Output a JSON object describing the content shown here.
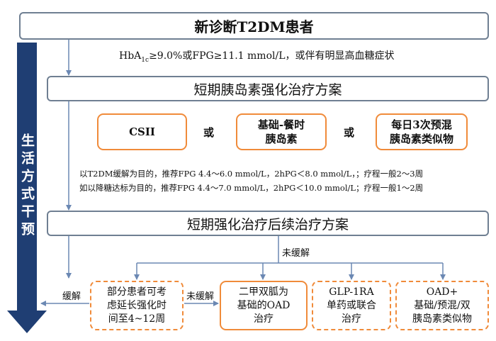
{
  "top_title": "新诊断T2DM患者",
  "criteria_prefix": "HbA",
  "criteria_sub": "1c",
  "criteria_rest": "≥9.0%或FPG≥11.1 mmol/L，或伴有明显高血糖症状",
  "short_term_title": "短期胰岛素强化治疗方案",
  "options": [
    "CSII",
    "基础-餐时\n胰岛素",
    "每日3次预混\n胰岛素类似物"
  ],
  "or_label": "或",
  "note_line1": "以T2DM缓解为目的，推荐FPG 4.4～6.0 mmol/L，2hPG＜8.0 mmol/L，；疗程一般2～3周",
  "note_line2": "如以降糖达标为目的，推荐FPG 4.4～7.0 mmol/L，2hPG＜10.0 mmol/L；疗程一般1～2周",
  "followup_title": "短期强化治疗后续治疗方案",
  "not_remitted": "未缓解",
  "remitted": "缓解",
  "lifestyle": "生活方式干预",
  "extend_box": "部分患者可考\n虑延长强化时\n间至4~12周",
  "treatments": [
    "二甲双胍为\n基础的OAD\n治疗",
    "GLP-1RA\n单药或联合\n治疗",
    "OAD+\n基础/预混/双\n胰岛素类似物"
  ],
  "colors": {
    "bar_border": "#6f7f92",
    "orange": "#f08b3a",
    "arrow_blue": "#6b88b3",
    "navy": "#1f3e73"
  }
}
